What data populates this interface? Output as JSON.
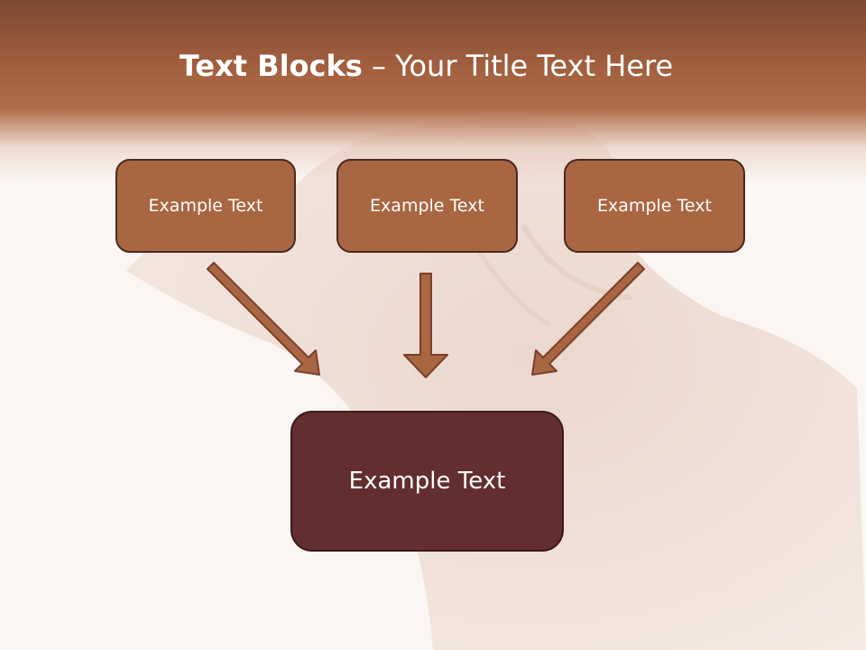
{
  "slide": {
    "title_bold": "Text Blocks",
    "title_rest": " – Your Title Text Here",
    "blocks": [
      "Example Text",
      "Example Text",
      "Example Text"
    ],
    "main_block": "Example Text"
  },
  "colors": {
    "header": "#a05e3e",
    "block_fill": "#a96642",
    "main_fill": "#632e2f",
    "background": "#fbf6f3"
  },
  "icons": [
    "arrow-down-right-icon",
    "arrow-down-icon",
    "arrow-down-left-icon"
  ]
}
